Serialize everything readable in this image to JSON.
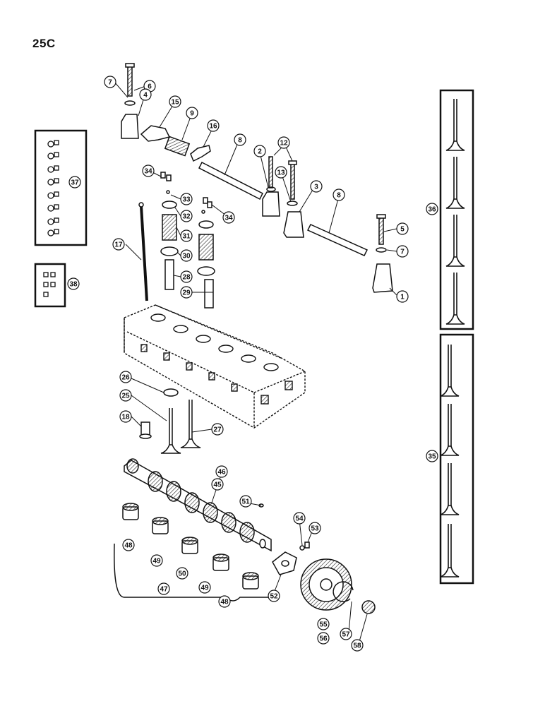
{
  "page_number": "25C",
  "callouts": {
    "c1": "1",
    "c2": "2",
    "c3": "3",
    "c4": "4",
    "c5": "5",
    "c6": "6",
    "c7a": "7",
    "c7b": "7",
    "c8a": "8",
    "c8b": "8",
    "c9": "9",
    "c12": "12",
    "c13": "13",
    "c15": "15",
    "c16": "16",
    "c17": "17",
    "c18": "18",
    "c25": "25",
    "c26": "26",
    "c27": "27",
    "c28": "28",
    "c29": "29",
    "c30": "30",
    "c31": "31",
    "c32": "32",
    "c33": "33",
    "c34a": "34",
    "c34b": "34",
    "c35": "35",
    "c36": "36",
    "c37": "37",
    "c38": "38",
    "c45": "45",
    "c46": "46",
    "c47": "47",
    "c48a": "48",
    "c48b": "48",
    "c49a": "49",
    "c49b": "49",
    "c50": "50",
    "c51": "51",
    "c52": "52",
    "c53": "53",
    "c54": "54",
    "c55": "55",
    "c56": "56",
    "c57": "57",
    "c58": "58"
  }
}
